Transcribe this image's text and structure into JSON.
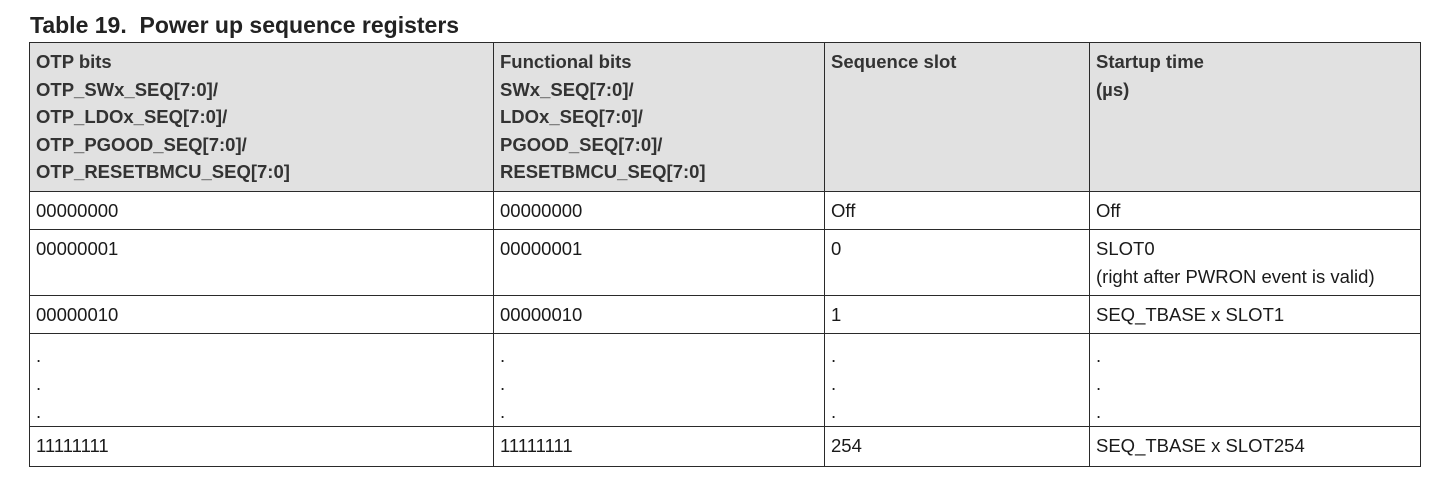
{
  "caption": "Table 19.  Power up sequence registers",
  "headers": [
    [
      "OTP bits",
      "OTP_SWx_SEQ[7:0]/",
      "OTP_LDOx_SEQ[7:0]/",
      "OTP_PGOOD_SEQ[7:0]/",
      "OTP_RESETBMCU_SEQ[7:0]"
    ],
    [
      "Functional bits",
      "SWx_SEQ[7:0]/",
      "LDOx_SEQ[7:0]/",
      "PGOOD_SEQ[7:0]/",
      "RESETBMCU_SEQ[7:0]"
    ],
    [
      "Sequence slot"
    ],
    [
      "Startup time",
      "(µs)"
    ]
  ],
  "rows": [
    [
      [
        "00000000"
      ],
      [
        "00000000"
      ],
      [
        "Off"
      ],
      [
        "Off"
      ]
    ],
    [
      [
        "00000001"
      ],
      [
        "00000001"
      ],
      [
        "0"
      ],
      [
        "SLOT0",
        "(right after PWRON event is valid)"
      ]
    ],
    [
      [
        "00000010"
      ],
      [
        "00000010"
      ],
      [
        "1"
      ],
      [
        "SEQ_TBASE x SLOT1"
      ]
    ],
    [
      [
        ".",
        ".",
        "."
      ],
      [
        ".",
        ".",
        "."
      ],
      [
        ".",
        ".",
        "."
      ],
      [
        ".",
        ".",
        "."
      ]
    ],
    [
      [
        "11111111"
      ],
      [
        "11111111"
      ],
      [
        "254"
      ],
      [
        "SEQ_TBASE x SLOT254"
      ]
    ]
  ]
}
